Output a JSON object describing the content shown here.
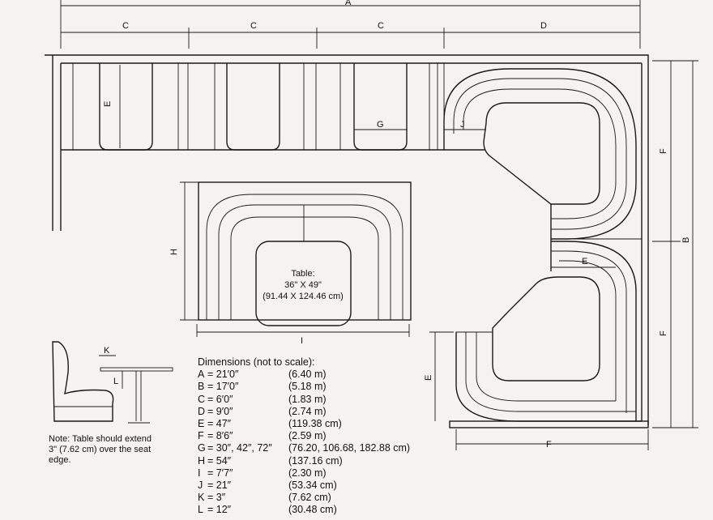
{
  "labels": {
    "A": "A",
    "B": "B",
    "C": "C",
    "D": "D",
    "E": "E",
    "F": "F",
    "G": "G",
    "H": "H",
    "I": "I",
    "J": "J",
    "K": "K",
    "L": "L"
  },
  "table": {
    "line1": "Table:",
    "line2": "36\" X 49\"",
    "line3": "(91.44 X 124.46 cm)"
  },
  "legend": {
    "title": "Dimensions (not to scale):",
    "rows": [
      {
        "key": "A",
        "imperial": "= 21′0″",
        "metric": "(6.40 m)"
      },
      {
        "key": "B",
        "imperial": "= 17′0″",
        "metric": "(5.18 m)"
      },
      {
        "key": "C",
        "imperial": "= 6′0″",
        "metric": "(1.83 m)"
      },
      {
        "key": "D",
        "imperial": "= 9′0″",
        "metric": "(2.74 m)"
      },
      {
        "key": "E",
        "imperial": "= 47″",
        "metric": "(119.38 cm)"
      },
      {
        "key": "F",
        "imperial": "= 8′6″",
        "metric": "(2.59 m)"
      },
      {
        "key": "G",
        "imperial": "= 30″, 42″, 72″",
        "metric": "(76.20, 106.68, 182.88 cm)"
      },
      {
        "key": "H",
        "imperial": "= 54″",
        "metric": "(137.16 cm)"
      },
      {
        "key": "I",
        "imperial": "= 7′7″",
        "metric": "(2.30 m)"
      },
      {
        "key": "J",
        "imperial": "= 21″",
        "metric": "(53.34 cm)"
      },
      {
        "key": "K",
        "imperial": "= 3″",
        "metric": "(7.62 cm)"
      },
      {
        "key": "L",
        "imperial": "= 12″",
        "metric": "(30.48 cm)"
      }
    ]
  },
  "note": "Note: Table should extend 3\" (7.62 cm) over the seat edge."
}
